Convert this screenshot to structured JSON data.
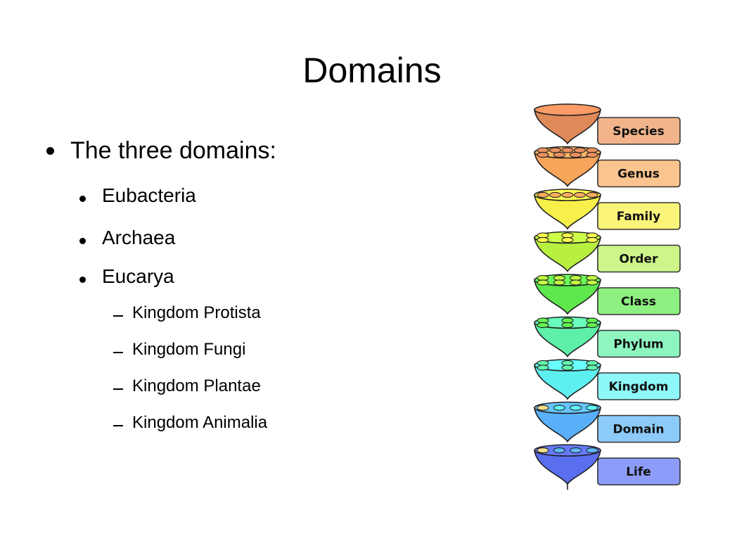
{
  "title": "Domains",
  "bullets": {
    "main": "The three domains:",
    "domains": [
      "Eubacteria",
      "Archaea",
      "Eucarya"
    ],
    "kingdoms": [
      "Kingdom Protista",
      "Kingdom Fungi",
      "Kingdom Plantae",
      "Kingdom Animalia"
    ]
  },
  "taxonomy": {
    "ranks": [
      {
        "label": "Species",
        "color": "#e08a5a",
        "tag": "#f2b48a"
      },
      {
        "label": "Genus",
        "color": "#f7a55a",
        "tag": "#fbc48e"
      },
      {
        "label": "Family",
        "color": "#f8f04a",
        "tag": "#fbf47a"
      },
      {
        "label": "Order",
        "color": "#b8f040",
        "tag": "#cdf58a"
      },
      {
        "label": "Class",
        "color": "#5ee84e",
        "tag": "#8ef080"
      },
      {
        "label": "Phylum",
        "color": "#5ef0a8",
        "tag": "#8ef5c0"
      },
      {
        "label": "Kingdom",
        "color": "#5ef0f0",
        "tag": "#8ef8f8"
      },
      {
        "label": "Domain",
        "color": "#5ab0f8",
        "tag": "#8ccaf8"
      },
      {
        "label": "Life",
        "color": "#5a6ef0",
        "tag": "#8c9cf8"
      }
    ],
    "pod_counts": [
      0,
      9,
      5,
      6,
      8,
      6,
      6,
      4,
      4
    ]
  }
}
